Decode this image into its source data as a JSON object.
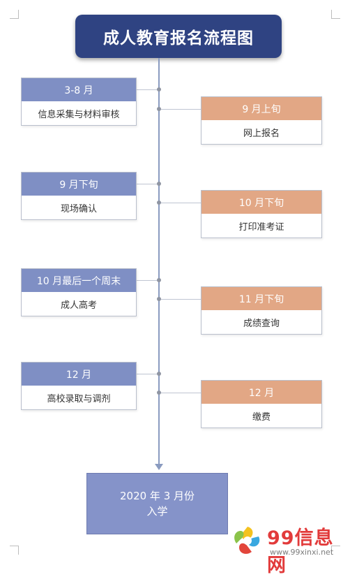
{
  "title": "成人教育报名流程图",
  "steps_left": [
    {
      "time": "3-8 月",
      "event": "信息采集与材料审核"
    },
    {
      "time": "9 月下旬",
      "event": "现场确认"
    },
    {
      "time": "10 月最后一个周末",
      "event": "成人高考"
    },
    {
      "time": "12 月",
      "event": "高校录取与调剂"
    }
  ],
  "steps_right": [
    {
      "time": "9 月上旬",
      "event": "网上报名"
    },
    {
      "time": "10 月下旬",
      "event": "打印准考证"
    },
    {
      "time": "11 月下旬",
      "event": "成绩查询"
    },
    {
      "time": "12 月",
      "event": "缴费"
    }
  ],
  "final": {
    "line1": "2020 年 3 月份",
    "line2": "入学"
  },
  "watermark": {
    "brand": "99信息网",
    "url": "www.99xinxi.net"
  },
  "colors": {
    "title_bg": "#2f4382",
    "left_header": "#7f8fc4",
    "right_header": "#e2a785",
    "final_bg": "#8593c9",
    "watermark_red": "#e23b3b"
  }
}
